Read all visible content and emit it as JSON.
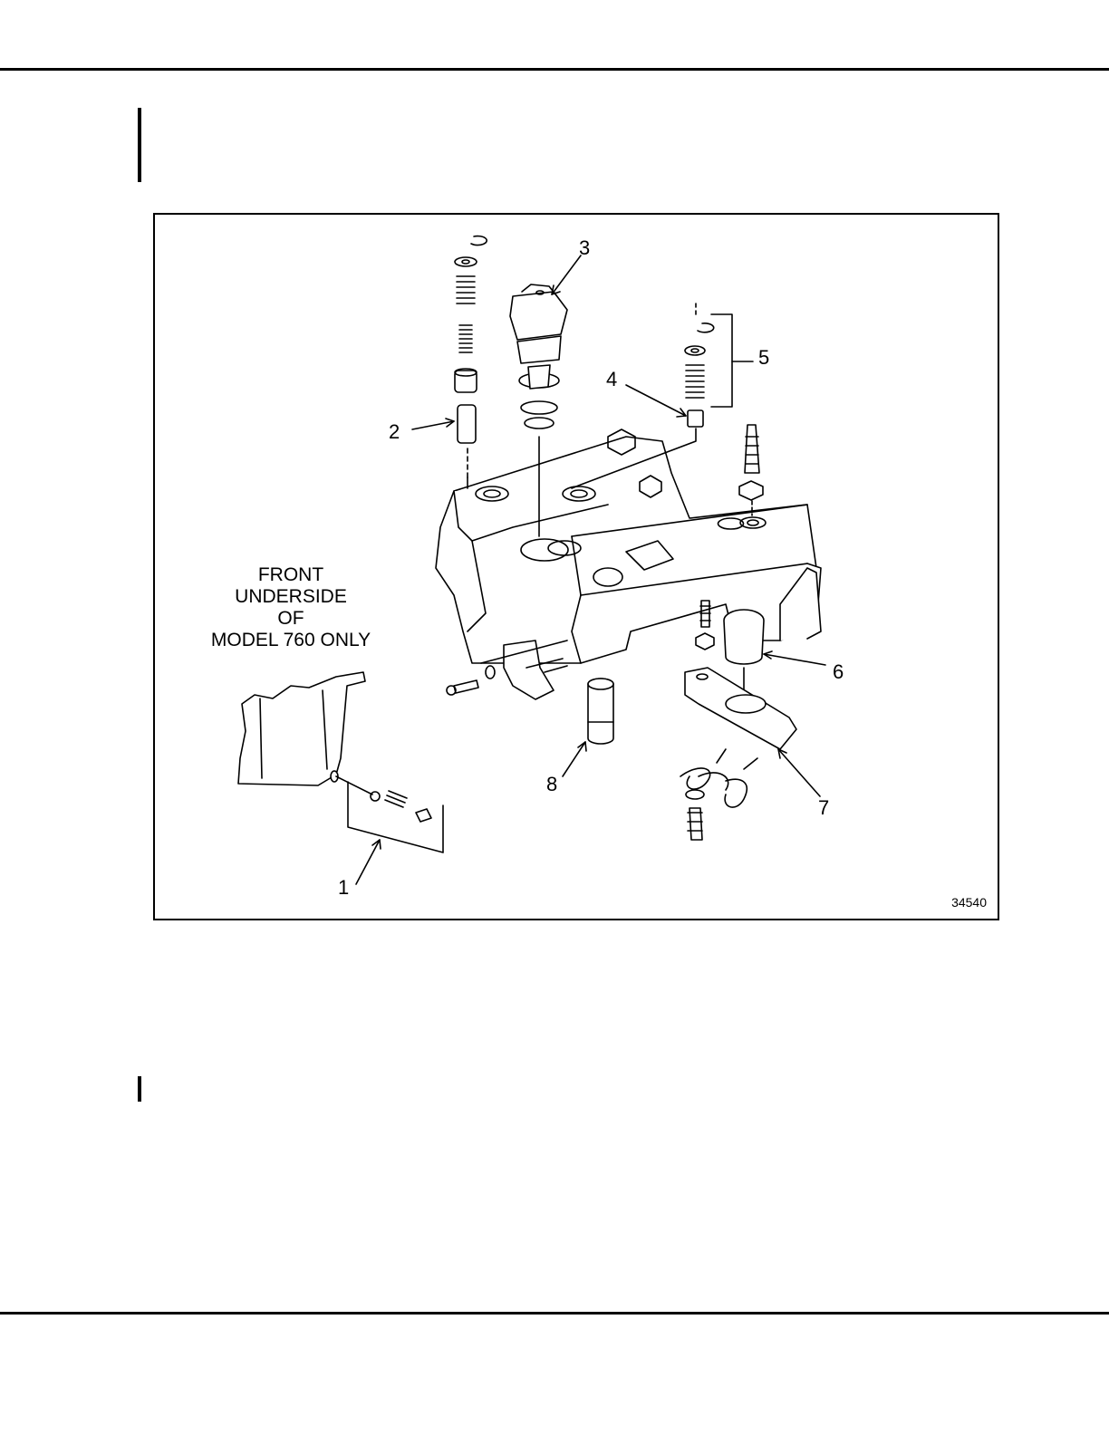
{
  "callouts": [
    "1",
    "2",
    "3",
    "4",
    "5",
    "6",
    "7",
    "8"
  ],
  "note": {
    "line1": "FRONT",
    "line2": "UNDERSIDE",
    "line3": "OF",
    "line4": "MODEL 760 ONLY"
  },
  "figure_number": "34540"
}
